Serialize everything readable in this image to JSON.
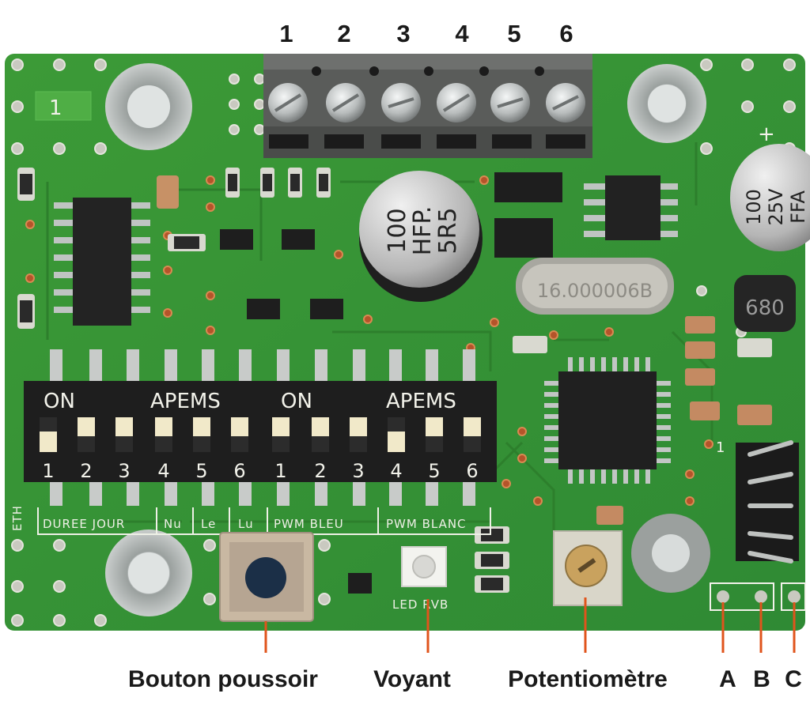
{
  "terminal_numbers": [
    "1",
    "2",
    "3",
    "4",
    "5",
    "6"
  ],
  "callouts": {
    "push_button": "Bouton poussoir",
    "indicator": "Voyant",
    "potentiometer": "Potentiomètre",
    "a": "A",
    "b": "B",
    "c": "C"
  },
  "board_silkscreen": {
    "board_number": "1",
    "dip_left_on": "ON",
    "dip_left_brand": "APEMS",
    "dip_right_on": "ON",
    "dip_right_brand": "APEMS",
    "dip_left_numbers": [
      "1",
      "2",
      "3",
      "4",
      "5",
      "6"
    ],
    "dip_right_numbers": [
      "1",
      "2",
      "3",
      "4",
      "5",
      "6"
    ],
    "label_duree_jour": "DUREE JOUR",
    "label_nu": "Nu",
    "label_le": "Le",
    "label_lu": "Lu",
    "label_pwm_bleu": "PWM BLEU",
    "label_pwm_blanc": "PWM BLANC",
    "label_led_rvb": "LED RVB",
    "label_eth": "ETH",
    "header_pin1": "1",
    "crystal_marking": "16.000006B",
    "inductor_marking": "680",
    "big_cap_line1": "100",
    "big_cap_line2": "HFP.",
    "big_cap_line3": "5R5",
    "right_cap_line1": "100",
    "right_cap_line2": "25V",
    "right_cap_line3": "FFA",
    "right_cap_polarity": "+"
  },
  "colors": {
    "pcb_green": "#3f9a3a",
    "callout_line": "#e0541c",
    "terminal_block": "#5a5c5a",
    "dip_body": "#1e1e1e",
    "silk_white": "#f2f2ea"
  }
}
